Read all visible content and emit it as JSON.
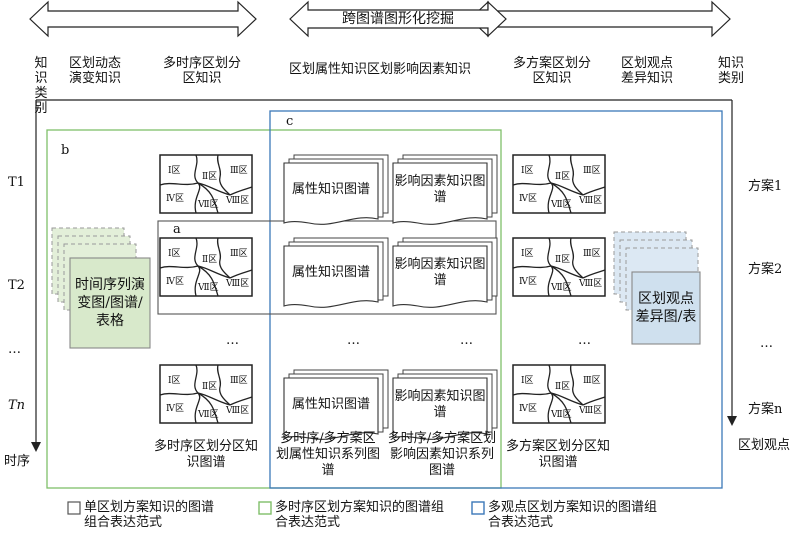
{
  "banner": {
    "left_outer": "知识类别",
    "left_inner": "区划动态演变知识",
    "center_arrow": "跨图谱图形化挖掘",
    "multi_time": "多时序区划分区知识",
    "attr_infl": "区划属性知识区划影响因素知识",
    "multi_plan": "多方案区划分区知识",
    "diff": "区划观点差异知识",
    "right_outer": "知识类别"
  },
  "frames": {
    "a": "a",
    "b": "b",
    "c": "c"
  },
  "rows_left": [
    "T1",
    "T2",
    "…",
    "Tn"
  ],
  "rows_right": [
    "方案1",
    "方案2",
    "…",
    "方案n"
  ],
  "axis": {
    "time": "时序",
    "view": "区划观点"
  },
  "map_regions": [
    "Ⅰ区",
    "Ⅱ区",
    "Ⅲ区",
    "Ⅳ区",
    "Ⅶ区",
    "Ⅷ区"
  ],
  "docs": {
    "attr_full": "属性知识图谱",
    "infl_full": "影响因素知识图谱"
  },
  "stacks": {
    "left": "时间序列演变图/图谱/表格",
    "right": "区划观点差异图/表"
  },
  "ellipsis": "…",
  "captions": {
    "multi_time": "多时序区划分区知识图谱",
    "attr_series": "多时序/多方案区划属性知识系列图谱",
    "infl_series": "多时序/多方案区划影响因素知识系列图谱",
    "multi_plan": "多方案区划分区知识图谱"
  },
  "legend": [
    {
      "text": "单区划方案知识的图谱组合表达范式",
      "color": "#555555"
    },
    {
      "text": "多时序区划方案知识的图谱组合表达范式",
      "color": "#7fbf6a"
    },
    {
      "text": "多观点区划方案知识的图谱组合表达范式",
      "color": "#3b78b8"
    }
  ]
}
